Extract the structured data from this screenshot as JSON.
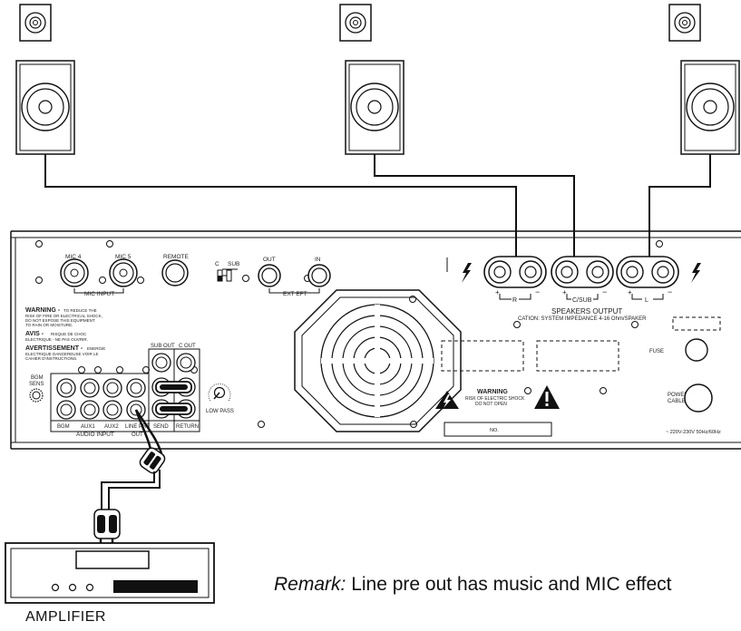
{
  "remark": {
    "label": "Remark:",
    "text": " Line pre out has music and MIC effect"
  },
  "amplifier": {
    "label": "AMPLIFIER"
  },
  "panel": {
    "mic4": "MIC 4",
    "mic5": "MIC 5",
    "remote": "REMOTE",
    "mic_input": "MIC INPUT",
    "c": "C",
    "sub": "SUB",
    "out": "OUT",
    "in": "IN",
    "ext_eft": "EXT EFT",
    "warning_title": "WARNING -",
    "warning_body": [
      "TO REDUCE THE",
      "RISK OF FIRE OR ELECTRICAL SHOCK,",
      "DO NOT EXPOSE THIS EQUIPMENT",
      "TO RAIN OR MOISTURE."
    ],
    "avis_title": "AVIS -",
    "avis_body": [
      "RISQUE DE CHOC",
      "ELECTRIQUE - NE PAS OUVRIR."
    ],
    "avert_title": "AVERTISSEMENT -",
    "avert_body": [
      "ENERGIE",
      "ELECTRIQUE DANGEREUSE VOIR LE",
      "CAHIER D'INSTRUCTIONS."
    ],
    "bgm_sens": [
      "BGM",
      "SENS"
    ],
    "sub_out": "SUB OUT",
    "c_out": "C OUT",
    "bgm": "BGM",
    "aux1": "AUX1",
    "aux2": "AUX2",
    "line_pre": "LINE PRE",
    "out2": "OUT",
    "send": "SEND",
    "return": "RETURN",
    "audio_input": "AUDIO INPUT",
    "low_pass": "LOW PASS",
    "r": "R",
    "c_sub": "C/SUB",
    "l": "L",
    "speakers_output": "SPEAKERS OUTPUT",
    "caution": "CATION: SYSTEM IMPEDANCE 4-16 Ohm/SPAKER",
    "fuse": "FUSE",
    "power_cable": [
      "POWER",
      "CABLE"
    ],
    "warning2_title": "WARNING",
    "warning2_body": [
      "RISK OF ELECTRIC SHOCK",
      "DO NOT OPEN"
    ],
    "no": "NO.",
    "voltage": "~ 220V-230V 50Hz/60Hz"
  }
}
